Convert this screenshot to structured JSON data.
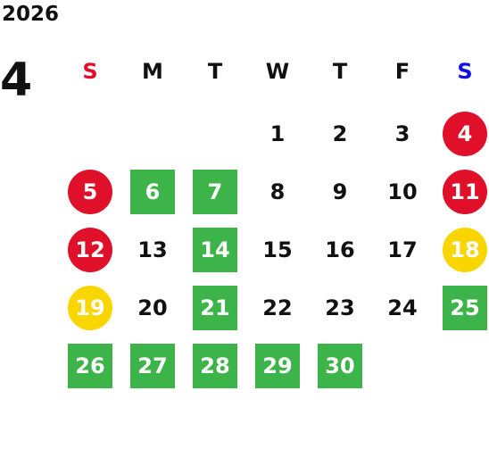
{
  "calendar": {
    "year": "2026",
    "month": "4",
    "weekdays": [
      {
        "label": "S",
        "color": "#e0102a"
      },
      {
        "label": "M",
        "color": "#111111"
      },
      {
        "label": "T",
        "color": "#111111"
      },
      {
        "label": "W",
        "color": "#111111"
      },
      {
        "label": "T",
        "color": "#111111"
      },
      {
        "label": "F",
        "color": "#111111"
      },
      {
        "label": "S",
        "color": "#1010e0"
      }
    ],
    "legend_colors": {
      "red": "#e0102a",
      "yellow": "#f9d600",
      "green": "#3cb44a"
    },
    "days": [
      {
        "label": "1",
        "style": "plain"
      },
      {
        "label": "2",
        "style": "plain"
      },
      {
        "label": "3",
        "style": "plain"
      },
      {
        "label": "4",
        "style": "red"
      },
      {
        "label": "5",
        "style": "red"
      },
      {
        "label": "6",
        "style": "green"
      },
      {
        "label": "7",
        "style": "green"
      },
      {
        "label": "8",
        "style": "plain"
      },
      {
        "label": "9",
        "style": "plain"
      },
      {
        "label": "10",
        "style": "plain"
      },
      {
        "label": "11",
        "style": "red"
      },
      {
        "label": "12",
        "style": "red"
      },
      {
        "label": "13",
        "style": "plain"
      },
      {
        "label": "14",
        "style": "green"
      },
      {
        "label": "15",
        "style": "plain"
      },
      {
        "label": "16",
        "style": "plain"
      },
      {
        "label": "17",
        "style": "plain"
      },
      {
        "label": "18",
        "style": "yellow"
      },
      {
        "label": "19",
        "style": "yellow"
      },
      {
        "label": "20",
        "style": "plain"
      },
      {
        "label": "21",
        "style": "green"
      },
      {
        "label": "22",
        "style": "plain"
      },
      {
        "label": "23",
        "style": "plain"
      },
      {
        "label": "24",
        "style": "plain"
      },
      {
        "label": "25",
        "style": "green"
      },
      {
        "label": "26",
        "style": "green"
      },
      {
        "label": "27",
        "style": "green"
      },
      {
        "label": "28",
        "style": "green"
      },
      {
        "label": "29",
        "style": "green"
      },
      {
        "label": "30",
        "style": "green"
      }
    ]
  }
}
